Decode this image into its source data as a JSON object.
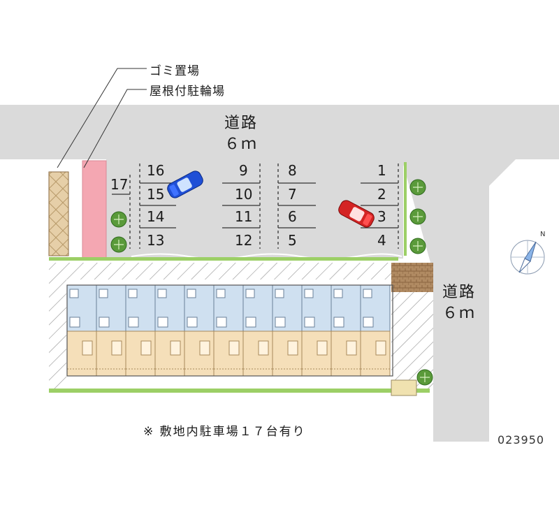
{
  "labels": {
    "garbage": "ゴミ置場",
    "bike_parking": "屋根付駐輪場",
    "road_top_name": "道路",
    "road_top_width": "６ｍ",
    "road_right_name": "道路",
    "road_right_width": "６ｍ",
    "note": "※ 敷地内駐車場１７台有り",
    "property_code": "023950"
  },
  "parking": {
    "total_spaces": 17,
    "spaces": [
      "1",
      "2",
      "3",
      "4",
      "5",
      "6",
      "7",
      "8",
      "9",
      "10",
      "11",
      "12",
      "13",
      "14",
      "15",
      "16",
      "17"
    ],
    "highlighted_cars": [
      {
        "space": "15",
        "color": "blue"
      },
      {
        "space": "3",
        "color": "red"
      }
    ]
  },
  "colors": {
    "road": "#dadada",
    "bike_parking": "#f4a7b2",
    "garbage": "#e0c8a0",
    "building_top": "#cfe0f0",
    "building_bottom": "#f5dfb9",
    "trees": "#5a9a3a",
    "car_blue": "#1f4fd6",
    "car_red": "#d42424"
  },
  "compass": {
    "icon": "north-compass-icon",
    "label": "N"
  }
}
